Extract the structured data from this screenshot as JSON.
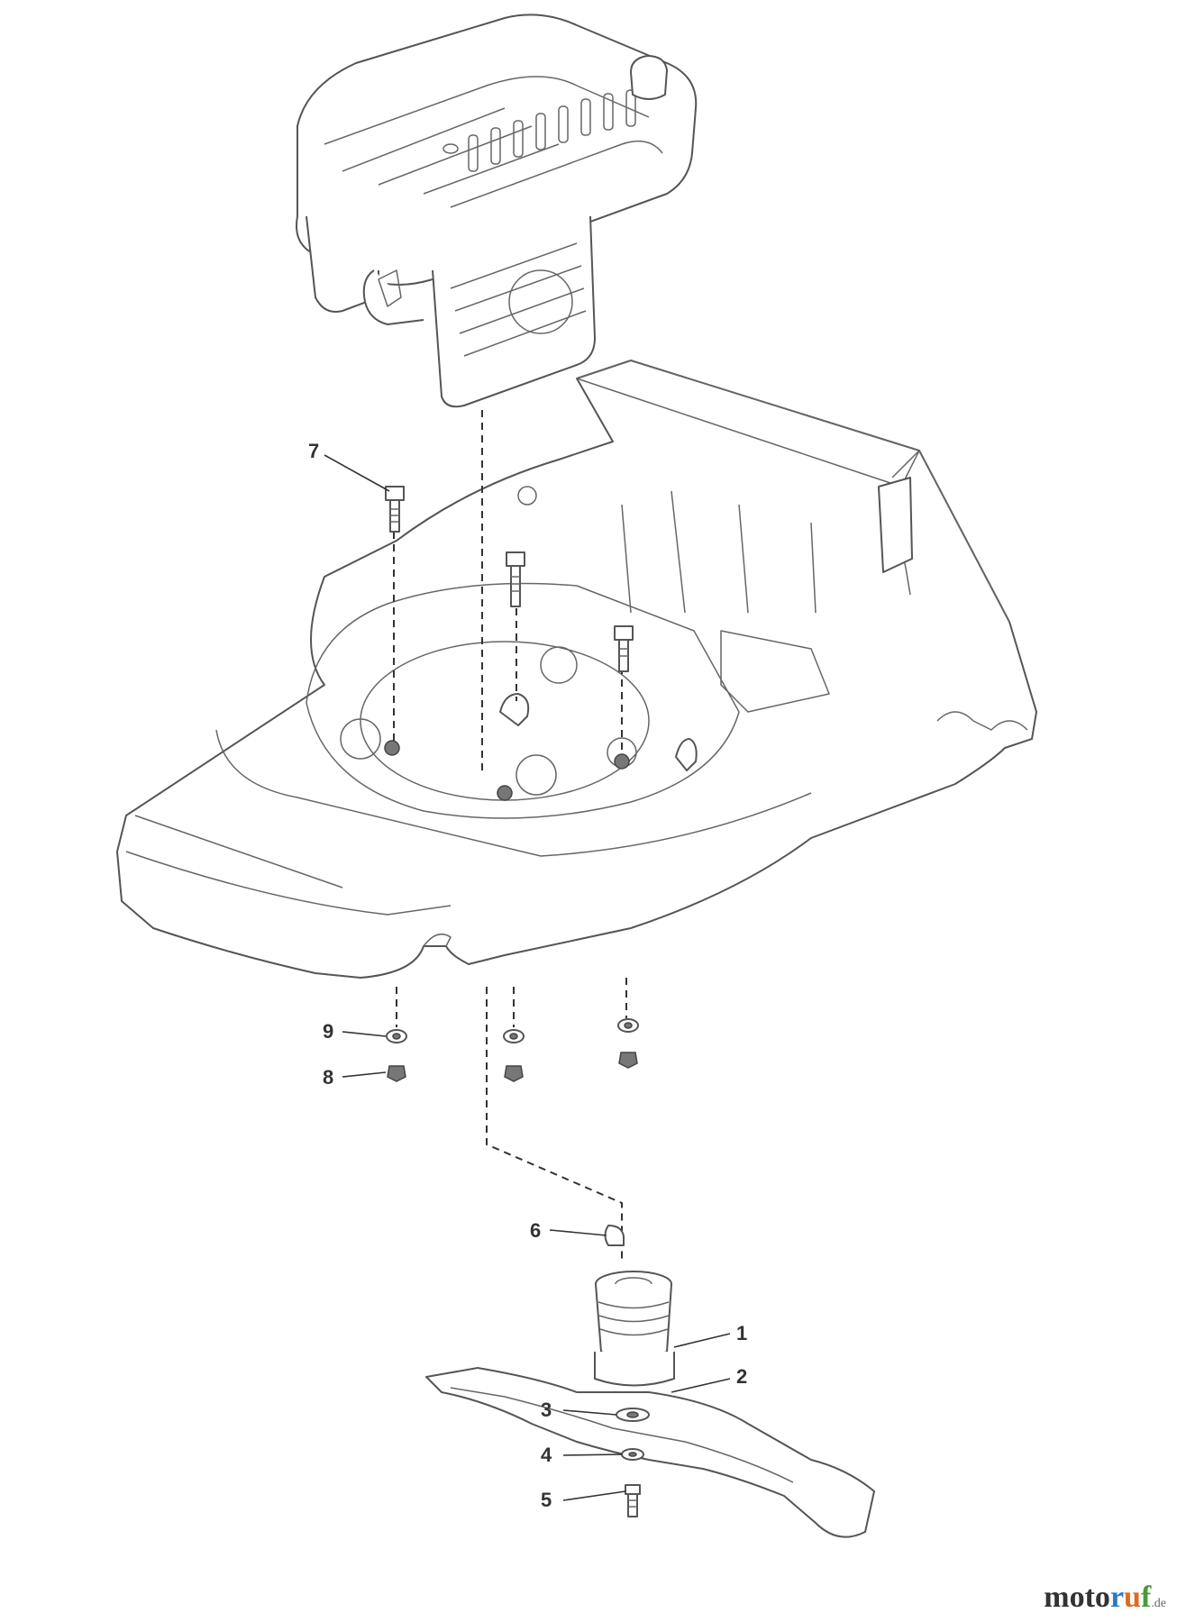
{
  "callouts": [
    {
      "id": "1",
      "label": "1"
    },
    {
      "id": "2",
      "label": "2"
    },
    {
      "id": "3",
      "label": "3"
    },
    {
      "id": "4",
      "label": "4"
    },
    {
      "id": "5",
      "label": "5"
    },
    {
      "id": "6",
      "label": "6"
    },
    {
      "id": "7",
      "label": "7"
    },
    {
      "id": "8",
      "label": "8"
    },
    {
      "id": "9",
      "label": "9"
    }
  ],
  "watermark": {
    "part1": "moto",
    "part2": "r",
    "part3": "u",
    "part4": "f",
    "suffix": ".de"
  },
  "colors": {
    "line": "#555555",
    "background": "#ffffff",
    "brand_blue": "#2b7bbf",
    "brand_orange": "#e06a1f",
    "brand_green": "#4a9a3a"
  }
}
